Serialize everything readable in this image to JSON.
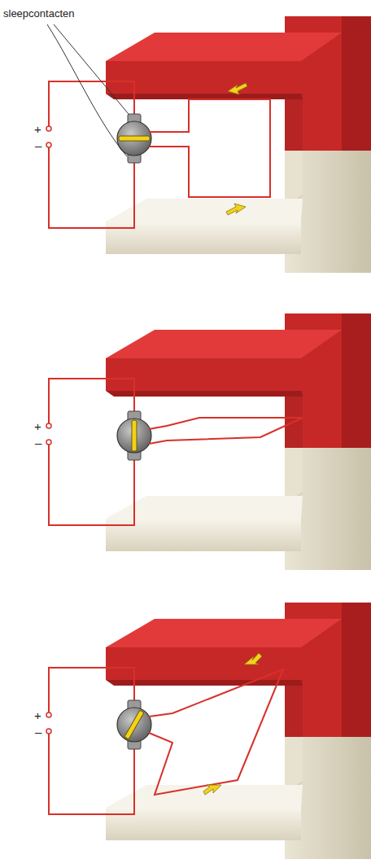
{
  "diagram": {
    "labels": [
      "sleepcontacten",
      "+",
      "–",
      "+",
      "–",
      "+",
      "–"
    ]
  }
}
